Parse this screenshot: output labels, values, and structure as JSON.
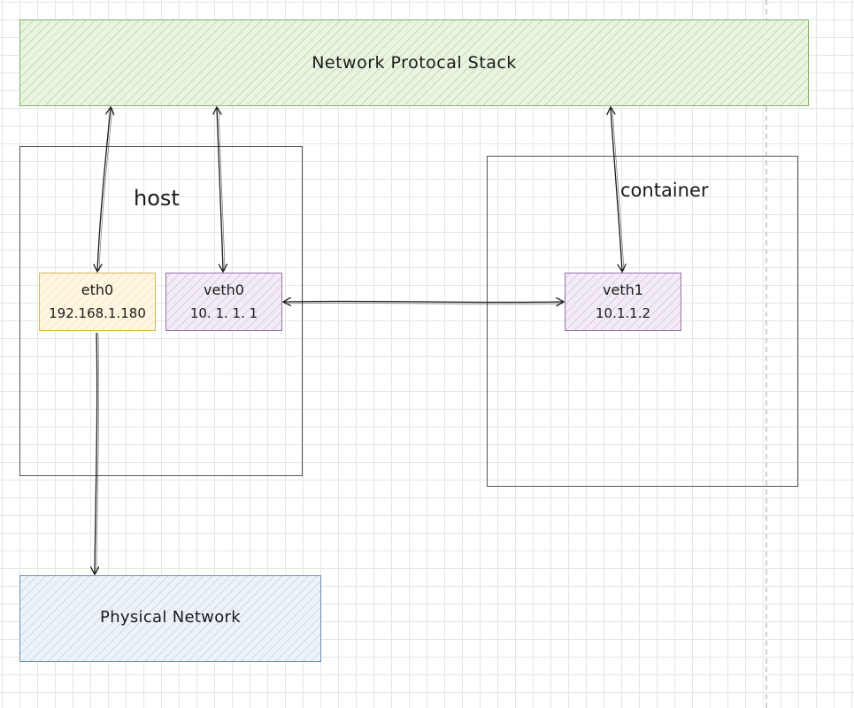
{
  "network_stack": {
    "label": "Network Protocal Stack"
  },
  "host": {
    "label": "host",
    "eth0": {
      "name": "eth0",
      "ip": "192.168.1.180"
    },
    "veth0": {
      "name": "veth0",
      "ip": "10. 1. 1. 1"
    }
  },
  "container": {
    "label": "container",
    "veth1": {
      "name": "veth1",
      "ip": "10.1.1.2"
    }
  },
  "physical_network": {
    "label": "Physical Network"
  },
  "colors": {
    "stack": "#82b366",
    "eth0": "#d6b656",
    "veth": "#9673a6",
    "physical": "#6c8ebf"
  }
}
